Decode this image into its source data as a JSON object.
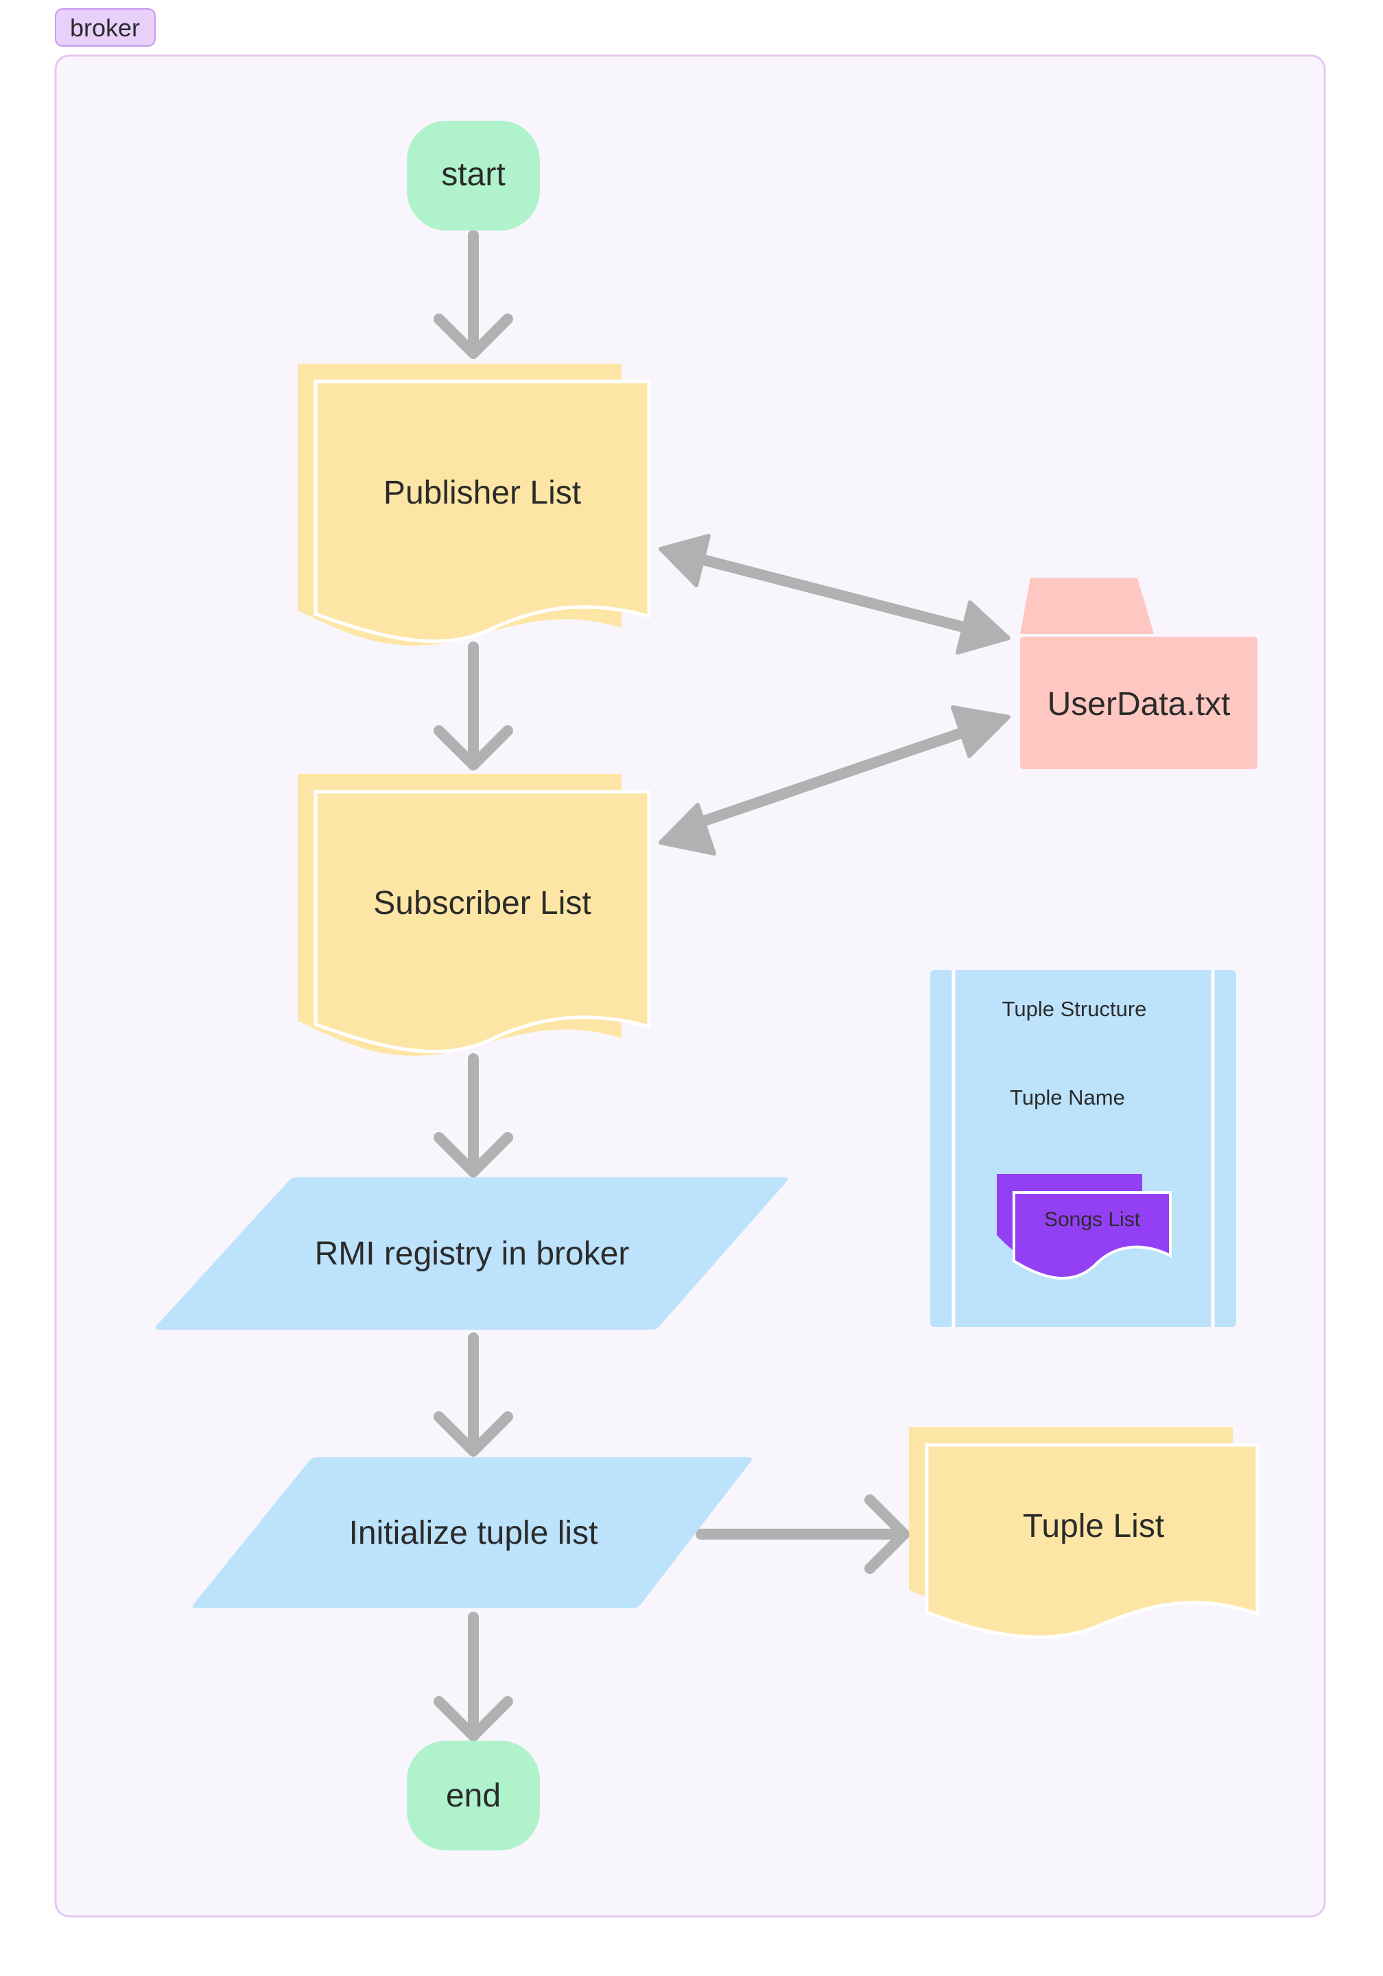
{
  "group": {
    "label": "broker"
  },
  "nodes": {
    "start": "start",
    "publisher_list": "Publisher List",
    "subscriber_list": "Subscriber List",
    "userdata": "UserData.txt",
    "rmi_registry": "RMI registry in broker",
    "init_tuple": "Initialize tuple list",
    "tuple_list": "Tuple List",
    "end": "end"
  },
  "tuple_structure": {
    "title": "Tuple Structure",
    "name": "Tuple Name",
    "songs": "Songs List"
  },
  "colors": {
    "terminal": "#b0f2cc",
    "document": "#fde6a5",
    "data": "#bde2fb",
    "folder": "#ffc7c2",
    "songs": "#9340f5",
    "arrow": "#b1b1b1",
    "group_fill": "#f9f5fd",
    "group_border": "#e6c8f2",
    "badge_fill": "#e8d0fa",
    "badge_border": "#c79af0"
  },
  "edges": [
    {
      "from": "start",
      "to": "publisher_list",
      "type": "directed"
    },
    {
      "from": "publisher_list",
      "to": "subscriber_list",
      "type": "directed"
    },
    {
      "from": "publisher_list",
      "to": "userdata",
      "type": "bidirectional"
    },
    {
      "from": "subscriber_list",
      "to": "userdata",
      "type": "bidirectional"
    },
    {
      "from": "subscriber_list",
      "to": "rmi_registry",
      "type": "directed"
    },
    {
      "from": "rmi_registry",
      "to": "init_tuple",
      "type": "directed"
    },
    {
      "from": "init_tuple",
      "to": "tuple_list",
      "type": "directed"
    },
    {
      "from": "init_tuple",
      "to": "end",
      "type": "directed"
    }
  ]
}
